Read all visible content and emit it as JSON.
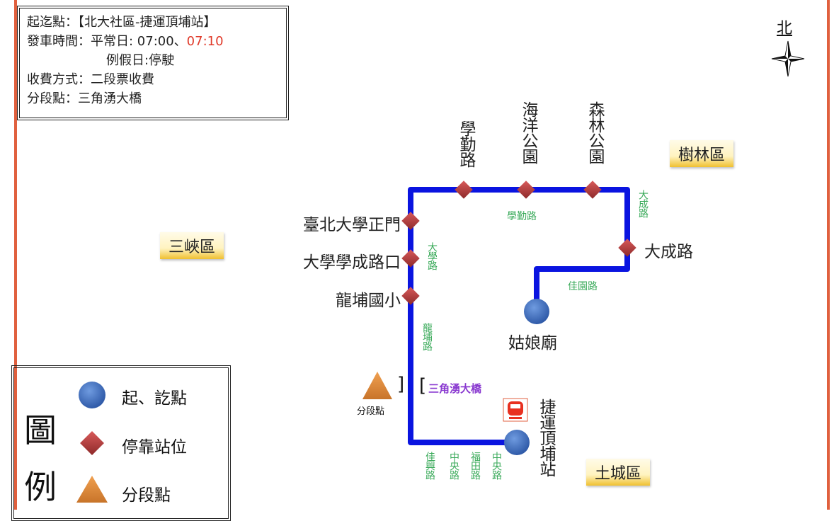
{
  "info": {
    "endpoints_label": "起迄點：【北大社區-捷運頂埔站】",
    "departure_label": "發車時間：平常日: 07:00、",
    "departure_time2": "07:10",
    "holiday": "例假日:停駛",
    "fare_label": "收費方式：二段票收費",
    "segment_label": "分段點：三角湧大橋"
  },
  "compass": {
    "north": "北"
  },
  "districts": {
    "shulin": "樹林區",
    "sanxia": "三峽區",
    "tucheng": "土城區"
  },
  "stations": {
    "xueqin": "學勤路",
    "ocean_park": "海洋公園",
    "forest_park": "森林公園",
    "ntpu_gate": "臺北大學正門",
    "daxue_xuecheng": "大學學成路口",
    "longpu_elem": "龍埔國小",
    "dacheng": "大成路",
    "guniang": "姑娘廟",
    "dingpu": "捷運頂埔站"
  },
  "roads": {
    "xueqin": "學勤路",
    "dacheng": "大成路",
    "daxue": "大學路",
    "jiayuan": "佳園路",
    "longpu": "龍埔路",
    "jiaxing": "佳興路",
    "zhongyang1": "中央路",
    "futian": "福田路",
    "zhongyang2": "中央路"
  },
  "segment_point": {
    "label": "分段點",
    "bridge": "三角湧大橋",
    "bracket_left": "]",
    "bracket_right": "["
  },
  "legend": {
    "title1": "圖",
    "title2": "例",
    "terminal": "起、訖點",
    "stop": "停靠站位",
    "segment": "分段點"
  },
  "colors": {
    "route": "#0a14e0",
    "stop": "#b83a3a",
    "terminal": "#3a6cc0",
    "segment": "#e08a3a",
    "road_label": "#3aaa5a",
    "frame": "#e0603e"
  }
}
